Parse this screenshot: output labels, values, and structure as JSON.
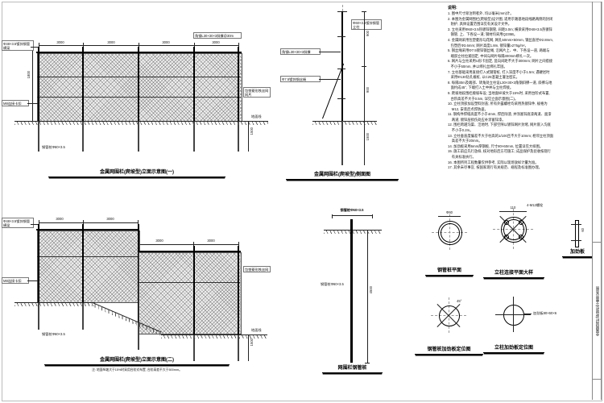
{
  "elev1": {
    "caption": "金属网围栏(爬坡型)立面示意图(一)",
    "dims": {
      "span": "3000",
      "height": "1800",
      "embed": "1500"
    },
    "labels": {
      "beam": "Φ48×3.5镀锌钢管横梁",
      "clip": "M8连接卡扣",
      "brace": "角钢L30×30×3斜撑@30m",
      "mesh": "包塑菱形铁丝网网片",
      "ground": "地面线",
      "pile": "钢管桩Φ60×3.5"
    }
  },
  "side": {
    "caption": "金属网围栏(爬坡型)侧面图",
    "dims": {
      "seg_upper": "900",
      "seg_lower": "900",
      "embed": "1500"
    },
    "labels": {
      "brace": "角钢L30×30×3斜撑",
      "rope": "Φ7.5镀锌钢丝绳",
      "column": "Φ60×3.5镀锌钢管立柱"
    }
  },
  "notes": {
    "title": "说明:",
    "lines": [
      "1. 图中尺寸除注明者外, 均以毫米(mm)计。",
      "2. 本图为金属网围栏(爬坡型)设计图, 适用于路基地段线路两侧的封闭",
      "   防护, 具体设置范围详见有关设计文件。",
      "3. 立柱采用Φ60×3.5热镀锌钢管, 间距3.0m; 横梁采用Φ48×3.5热镀锌",
      "   钢管, 上、下各设一道; 钢材均采用Q235B。",
      "4. 金属网采用包塑菱形勾花网, 网孔50mm×50mm, 钢丝直径Φ2.8mm,",
      "   包塑后Φ3.6mm; 网片高度1.8m, 镀锌量≥275g/m²。",
      "5. 钢丝绳采用Φ7.5镀锌钢丝绳, 沿网片上、中、下各设一道, 两端与",
      "   端部立柱拉紧固定, 中间与网片每隔300mm绑扎一次。",
      "6. 网片与立柱采用U形卡固定, 竖向间距不大于300mm; 网片之间搭接",
      "   不小于50mm, 并以绑扎丝绑扎牢固。",
      "7. 立柱基础采用直接打入式钢管桩, 打入深度不小于1.5m; 遇硬岩时",
      "   采用Φ130钻孔植桩, 以C25混凝土灌注密实。",
      "8. 每隔30m及端部、转角处立柱设L30×30×3角钢斜撑一道, 斜撑与地",
      "   面约成45°, 下端打入土中并与立柱焊接。",
      "9. 爬坡地段围栏顺坡布设; 当地面纵坡大于15%时, 采用台阶式布置,",
      "   台阶高差不大于0.5m, 详见立面示意图(二)。",
      "10. 立柱顶部加设塑料封盖; 所有外露螺栓均采用热镀锌件, 规格为",
      "    M12, 安装后点焊防盗。",
      "11. 钢构件焊缝高度不小于4mm, 焊后除渣, 并涂富锌底漆两道、面漆",
      "    两道; 镀锌层损伤处应补涂富锌漆。",
      "12. 围栏跨越沟渠、洼地时, 下部空隙以镀锌网片封堵, 网片嵌入沟底",
      "    不小于0.2m。",
      "13. 立柱垂直度偏差不大于柱高的1/100且不大于10mm; 相邻立柱顶面",
      "    高差不大于20mm。",
      "14. 加劲板采用6mm厚钢板, 尺寸80×60mm, 位置详见大样图。",
      "15. 施工前应先行放样, 核对地形后方可施工; 成品保护及验收按现行",
      "    有关标准执行。",
      "16. 本图所列工程数量仅供参考, 实际以现场放样计量为准。",
      "17. 其余未尽事宜, 按国家现行有关规范、规程及标准图办理。"
    ]
  },
  "elev2": {
    "caption": "金属网围栏(爬坡型)立面示意图(二)",
    "subnote": "注: 地面纵坡大于15%时采用台阶式布置, 台阶高差不大于500mm。",
    "dims": {
      "span": "3000",
      "embed": "1500"
    },
    "labels": {
      "beam": "Φ48×3.5镀锌钢管横梁",
      "clip": "M8连接卡扣",
      "mesh": "包塑菱形铁丝网",
      "ground": "地面线",
      "pile": "钢管桩Φ60×3.5"
    }
  },
  "pile_detail": {
    "caption": "网围栏钢管桩",
    "top_label": "钢管桩Φ60×3.5",
    "side_label": "钢管桩Φ60×3.5",
    "dims": {
      "embed": "4500"
    }
  },
  "details": {
    "d1": {
      "caption": "钢管桩平面",
      "dim": "Φ60"
    },
    "d2": {
      "caption": "立柱连接平面大样",
      "dim": "110",
      "bolt": "4-M12螺栓"
    },
    "d3": {
      "caption": "加劲板",
      "dim": "60"
    },
    "d4": {
      "caption": "钢管桩加劲板定位图",
      "angle": "45°"
    },
    "d5": {
      "caption": "立柱加劲板定位图",
      "plate": "加劲板80×60×6"
    }
  },
  "titleblock": {
    "text": "金属网围栏(爬坡型)立面示意图"
  }
}
